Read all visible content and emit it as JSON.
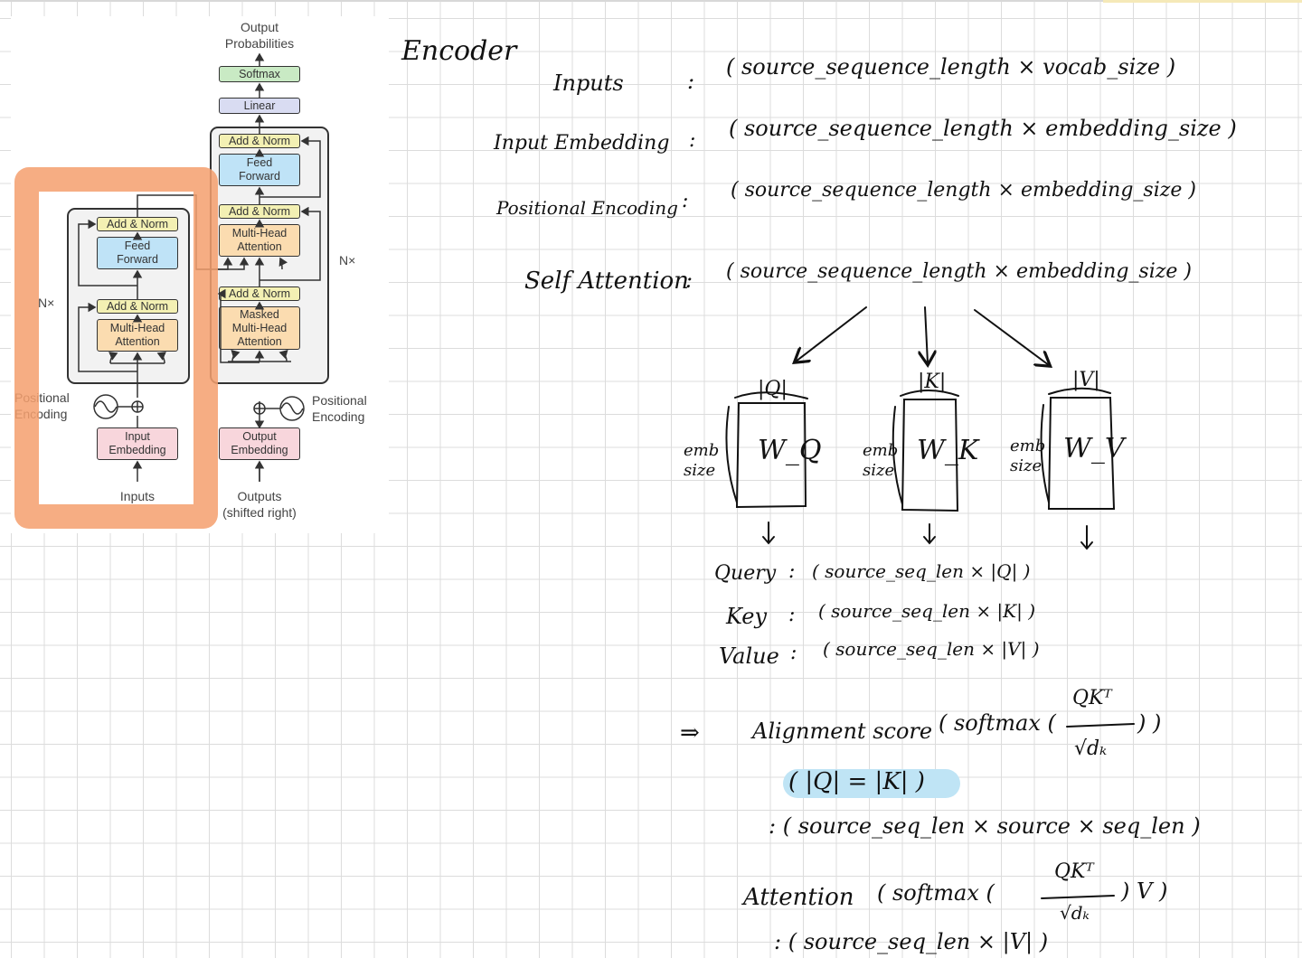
{
  "figure": {
    "output_probabilities": "Output\nProbabilities",
    "softmax": "Softmax",
    "linear": "Linear",
    "decoder": {
      "add_norm_top": "Add & Norm",
      "feed_forward": "Feed\nForward",
      "add_norm_mid": "Add & Norm",
      "multi_head_attention": "Multi-Head\nAttention",
      "add_norm_low": "Add & Norm",
      "masked_attention": "Masked\nMulti-Head\nAttention",
      "nx": "N×"
    },
    "encoder": {
      "add_norm_top": "Add & Norm",
      "feed_forward": "Feed\nForward",
      "add_norm_low": "Add & Norm",
      "multi_head_attention": "Multi-Head\nAttention",
      "nx": "N×"
    },
    "left_positional_encoding": "Positional\nEncoding",
    "right_positional_encoding": "Positional\nEncoding",
    "input_embedding": "Input\nEmbedding",
    "output_embedding": "Output\nEmbedding",
    "inputs": "Inputs",
    "outputs": "Outputs\n(shifted right)"
  },
  "colors": {
    "highlight": "#f5a06f",
    "cyan_mark": "#bfe4f5"
  },
  "notes": {
    "title": "Encoder",
    "rows": [
      {
        "label": "Inputs",
        "colon": ":",
        "shape": "( source_sequence_length × vocab_size )"
      },
      {
        "label": "Input Embedding",
        "colon": ":",
        "shape": "( source_sequence_length × embedding_size )"
      },
      {
        "label": "Positional Encoding",
        "colon": ":",
        "shape": "( source_sequence_length × embedding_size )"
      },
      {
        "label": "Self Attention",
        "colon": ":",
        "shape": "( source_sequence_length × embedding_size )"
      }
    ],
    "matrices": [
      {
        "name": "W_Q",
        "top": "|Q|",
        "side": "emb\nsize"
      },
      {
        "name": "W_K",
        "top": "|K|",
        "side": "emb\nsize"
      },
      {
        "name": "W_V",
        "top": "|V|",
        "side": "emb\nsize"
      }
    ],
    "qkv": [
      {
        "label": "Query",
        "colon": ":",
        "shape": "( source_seq_len × |Q| )"
      },
      {
        "label": "Key",
        "colon": ":",
        "shape": "( source_seq_len × |K| )"
      },
      {
        "label": "Value",
        "colon": ":",
        "shape": "( source_seq_len × |V| )"
      }
    ],
    "implies": "⇒",
    "alignment_label": "Alignment score",
    "alignment_fn": "( softmax (",
    "alignment_close": ") )",
    "frac_num": "QKᵀ",
    "frac_den": "√dₖ",
    "condition": "( |Q| = |K| )",
    "alignment_shape": ": ( source_seq_len × source × seq_len )",
    "attention_label": "Attention",
    "attention_fn": "( softmax (",
    "attention_close": ") V )",
    "attention_shape": ": ( source_seq_len × |V| )"
  }
}
